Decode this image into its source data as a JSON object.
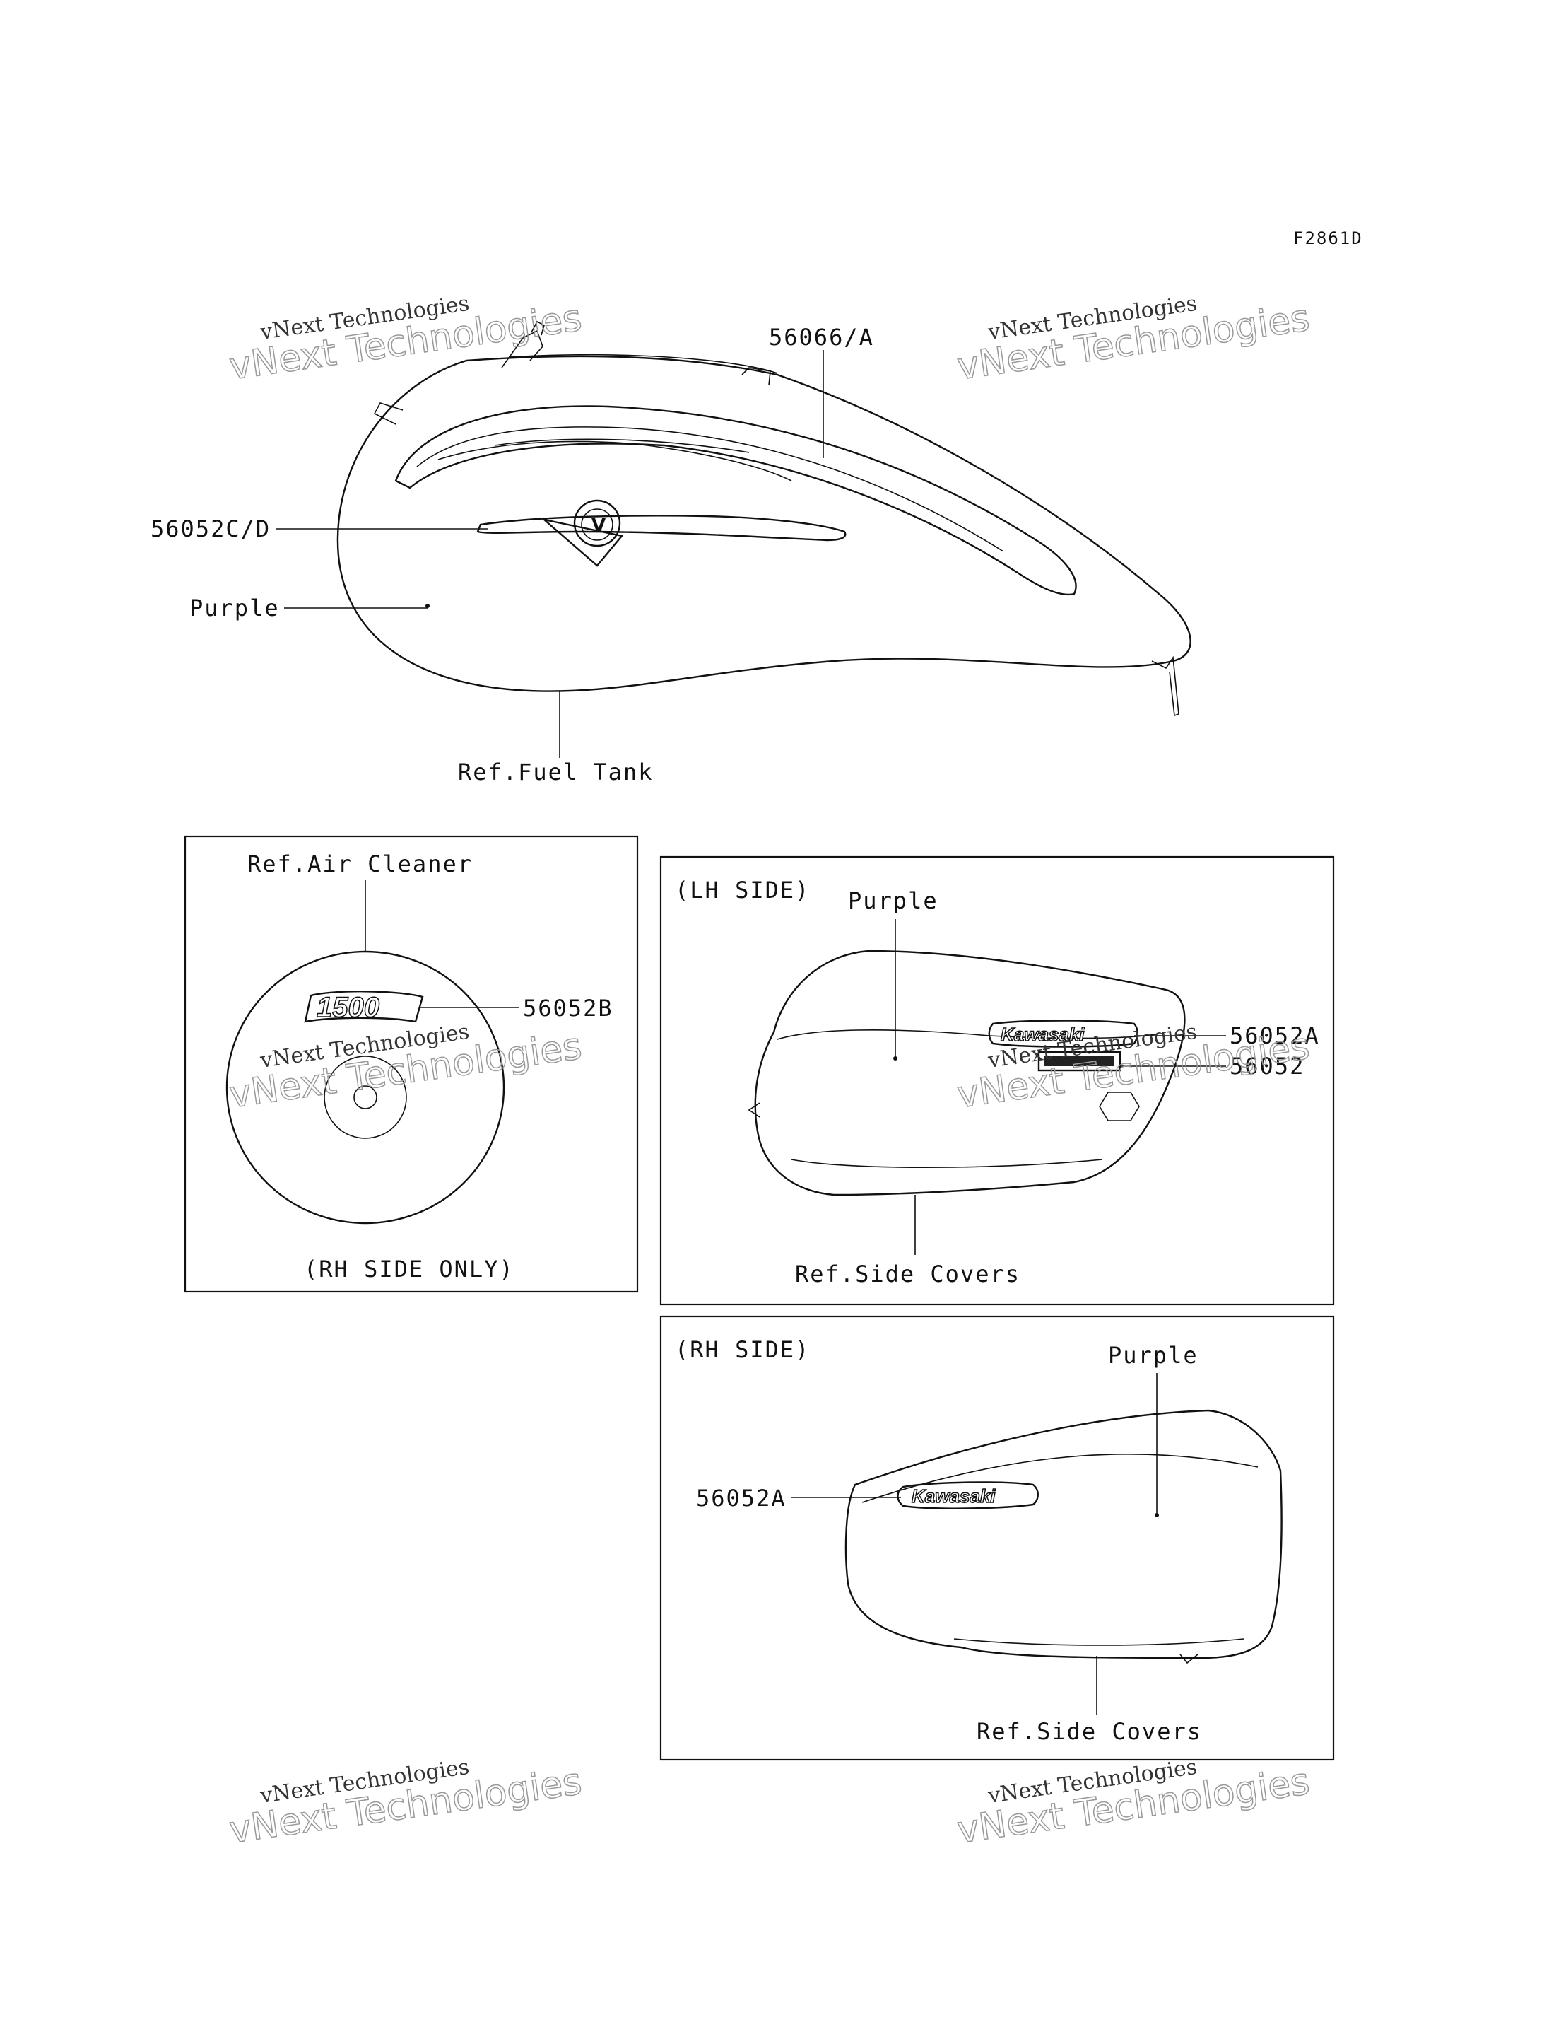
{
  "figure_code": "F2861D",
  "watermark": {
    "line1": "vNext Technologies",
    "line2": "vNext Technologies"
  },
  "fuel_tank": {
    "callout_stripe": "56066/A",
    "callout_emblem": "56052C/D",
    "color": "Purple",
    "reference": "Ref.Fuel Tank"
  },
  "air_cleaner": {
    "reference": "Ref.Air Cleaner",
    "callout": "56052B",
    "badge_text": "1500",
    "note": "(RH SIDE ONLY)"
  },
  "lh_side": {
    "title": "(LH SIDE)",
    "color": "Purple",
    "callout_logo": "56052A",
    "callout_sub": "56052",
    "logo_text": "Kawasaki",
    "reference": "Ref.Side Covers"
  },
  "rh_side": {
    "title": "(RH SIDE)",
    "color": "Purple",
    "callout_logo": "56052A",
    "logo_text": "Kawasaki",
    "reference": "Ref.Side Covers"
  }
}
